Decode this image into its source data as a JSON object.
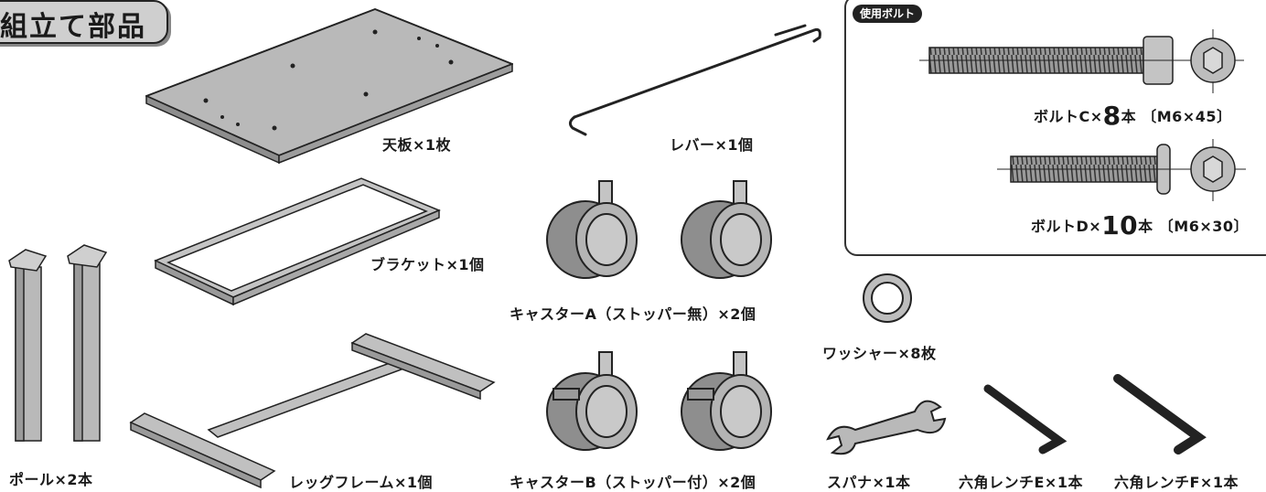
{
  "title": "組立て部品",
  "bolt_box": {
    "badge": "使用ボルト",
    "bolt_c": {
      "name": "ボルトC×",
      "count": "8",
      "unit": "本",
      "spec": "〔M6×45〕"
    },
    "bolt_d": {
      "name": "ボルトD×",
      "count": "10",
      "unit": "本",
      "spec": "〔M6×30〕"
    }
  },
  "parts": {
    "tabletop": "天板×1枚",
    "lever": "レバー×1個",
    "bracket": "ブラケット×1個",
    "caster_a": "キャスターA（ストッパー無）×2個",
    "caster_b": "キャスターB（ストッパー付）×2個",
    "washer": "ワッシャー×8枚",
    "pole": "ポール×2本",
    "leg_frame": "レッグフレーム×1個",
    "spanner": "スパナ×1本",
    "wrench_e": "六角レンチE×1本",
    "wrench_f": "六角レンチF×1本"
  },
  "colors": {
    "metal": "#b9b9b9",
    "metal_dark": "#8e8e8e",
    "line": "#222222",
    "tab": "#cfcfcf"
  }
}
